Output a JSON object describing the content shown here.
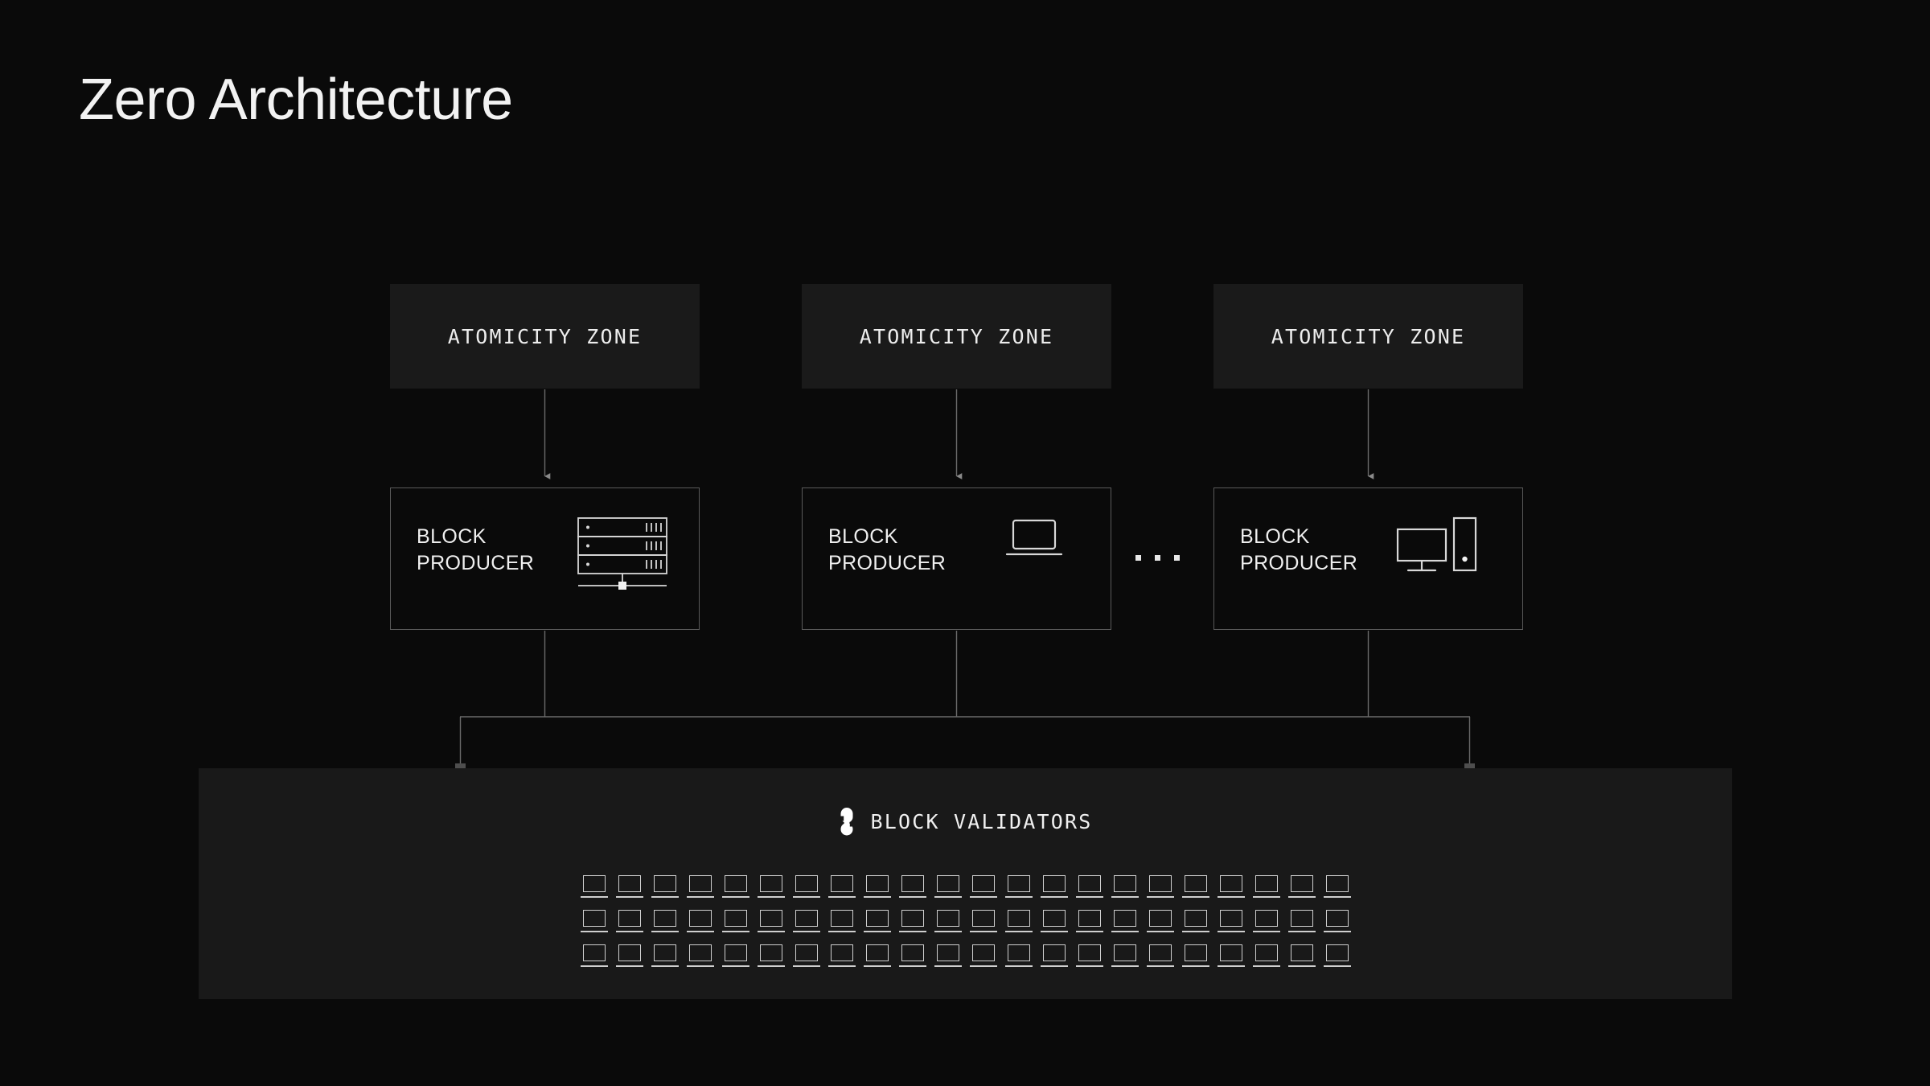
{
  "page": {
    "title": "Zero Architecture",
    "background_color": "#0a0a0a",
    "panel_color": "#191919",
    "zone_fill": "#1a1a1a",
    "line_color": "#5a5a5a",
    "text_color": "#f0f0f0"
  },
  "zones": [
    {
      "label": "ATOMICITY ZONE"
    },
    {
      "label": "ATOMICITY ZONE"
    },
    {
      "label": "ATOMICITY ZONE"
    }
  ],
  "producers": [
    {
      "label": "BLOCK\nPRODUCER",
      "icon": "server-rack-icon"
    },
    {
      "label": "BLOCK\nPRODUCER",
      "icon": "laptop-icon"
    },
    {
      "label": "BLOCK\nPRODUCER",
      "icon": "desktop-computer-icon"
    }
  ],
  "ellipsis": {
    "dots": 3
  },
  "validators": {
    "icon": "chain-link-icon",
    "title": "BLOCK VALIDATORS",
    "grid": {
      "rows": 3,
      "columns": 22,
      "node_icon": "laptop-icon"
    }
  }
}
